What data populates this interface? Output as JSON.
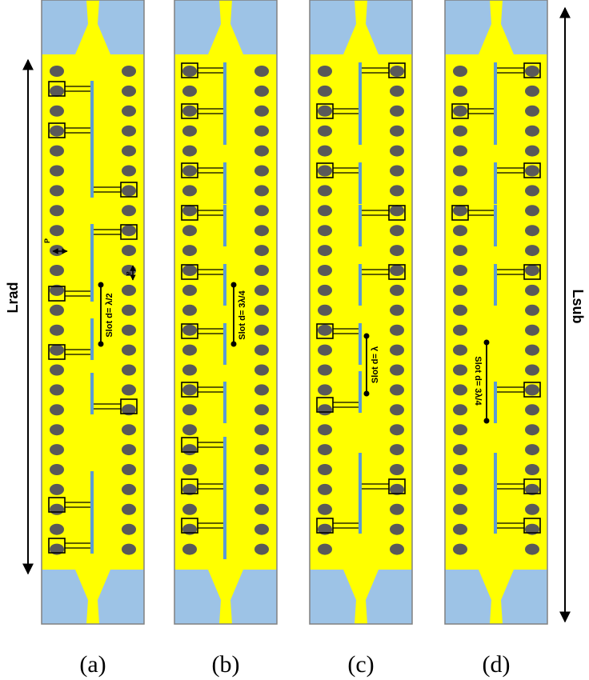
{
  "colors": {
    "substrate": "#ffff00",
    "port": "#9dc3e6",
    "via": "#595959",
    "slot": "#5b9bd5",
    "border": "#808080"
  },
  "panels": [
    {
      "caption": "(a)",
      "slot_label": "Slot d= λ/2"
    },
    {
      "caption": "(b)",
      "slot_label": "Slot d= 3λ/4"
    },
    {
      "caption": "(c)",
      "slot_label": "Slot d= λ"
    },
    {
      "caption": "(d)",
      "slot_label": "Slot d= 3λ/4"
    }
  ],
  "dimensions": {
    "left_label": "Lrad",
    "right_label": "Lsub",
    "pitch_label": "P",
    "via_label": "a"
  }
}
